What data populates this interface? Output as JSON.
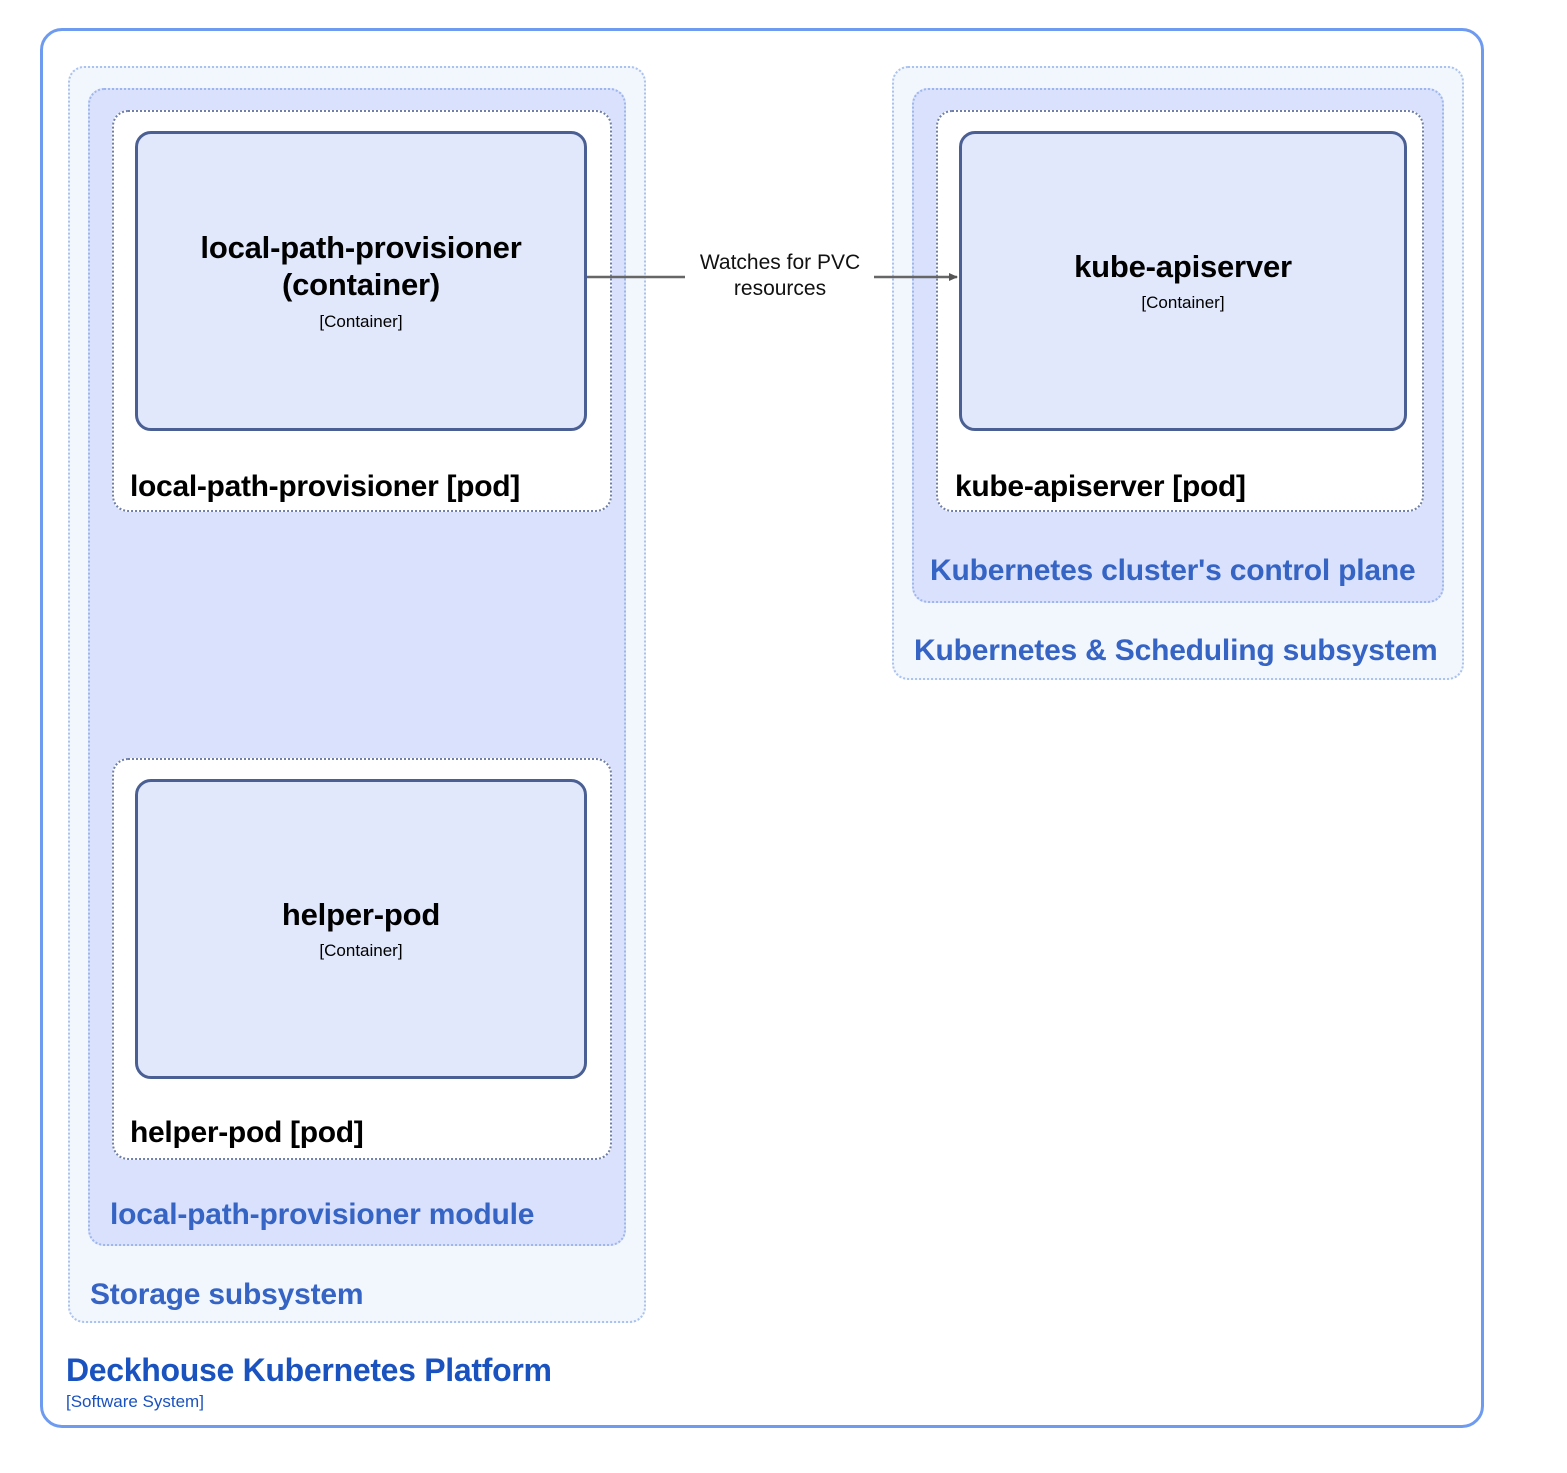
{
  "system": {
    "name": "Deckhouse Kubernetes Platform",
    "type": "[Software System]",
    "border_color": "#6e9bf0"
  },
  "subsystems": [
    {
      "id": "storage",
      "label": "Storage subsystem",
      "label_color": "#3564c4"
    },
    {
      "id": "kubernetes-scheduling",
      "label": "Kubernetes & Scheduling subsystem",
      "label_color": "#3564c4"
    }
  ],
  "modules": [
    {
      "id": "local-path-provisioner-module",
      "label": "local-path-provisioner module",
      "label_color": "#3564c4"
    },
    {
      "id": "control-plane",
      "label": "Kubernetes cluster's control plane",
      "label_color": "#3564c4"
    }
  ],
  "pods": [
    {
      "id": "local-path-provisioner-pod",
      "label": "local-path-provisioner [pod]"
    },
    {
      "id": "helper-pod",
      "label": "helper-pod [pod]"
    },
    {
      "id": "kube-apiserver-pod",
      "label": "kube-apiserver [pod]"
    }
  ],
  "containers": [
    {
      "id": "local-path-provisioner-container",
      "title": "local-path-provisioner\n(container)",
      "type": "[Container]",
      "fill": "#e1e8fb",
      "border": "#4a5f93"
    },
    {
      "id": "helper-pod-container",
      "title": "helper-pod",
      "type": "[Container]",
      "fill": "#e1e8fb",
      "border": "#4a5f93"
    },
    {
      "id": "kube-apiserver-container",
      "title": "kube-apiserver",
      "type": "[Container]",
      "fill": "#e1e8fb",
      "border": "#4a5f93"
    }
  ],
  "relationships": [
    {
      "id": "watches-pvc",
      "label": "Watches for PVC\nresources",
      "from": "local-path-provisioner-container",
      "to": "kube-apiserver-container",
      "color": "#666666"
    }
  ]
}
